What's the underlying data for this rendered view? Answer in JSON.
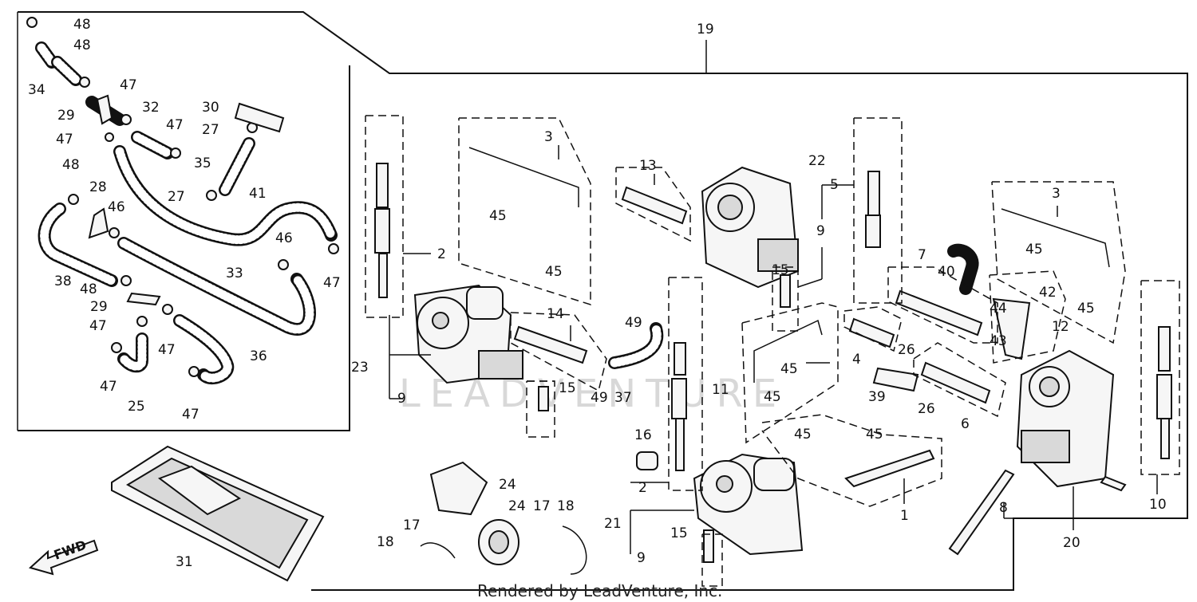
{
  "footer": "Rendered by LeadVenture, Inc.",
  "watermark": "LEADVENTURE",
  "fwd_label": "FWD",
  "callouts": [
    "1",
    "2",
    "3",
    "4",
    "5",
    "6",
    "7",
    "8",
    "9",
    "10",
    "11",
    "12",
    "13",
    "14",
    "15",
    "16",
    "17",
    "18",
    "19",
    "20",
    "21",
    "22",
    "23",
    "24",
    "25",
    "26",
    "27",
    "28",
    "29",
    "30",
    "31",
    "32",
    "33",
    "34",
    "35",
    "36",
    "37",
    "38",
    "39",
    "40",
    "41",
    "42",
    "43",
    "44",
    "45",
    "46",
    "47",
    "48",
    "49"
  ]
}
